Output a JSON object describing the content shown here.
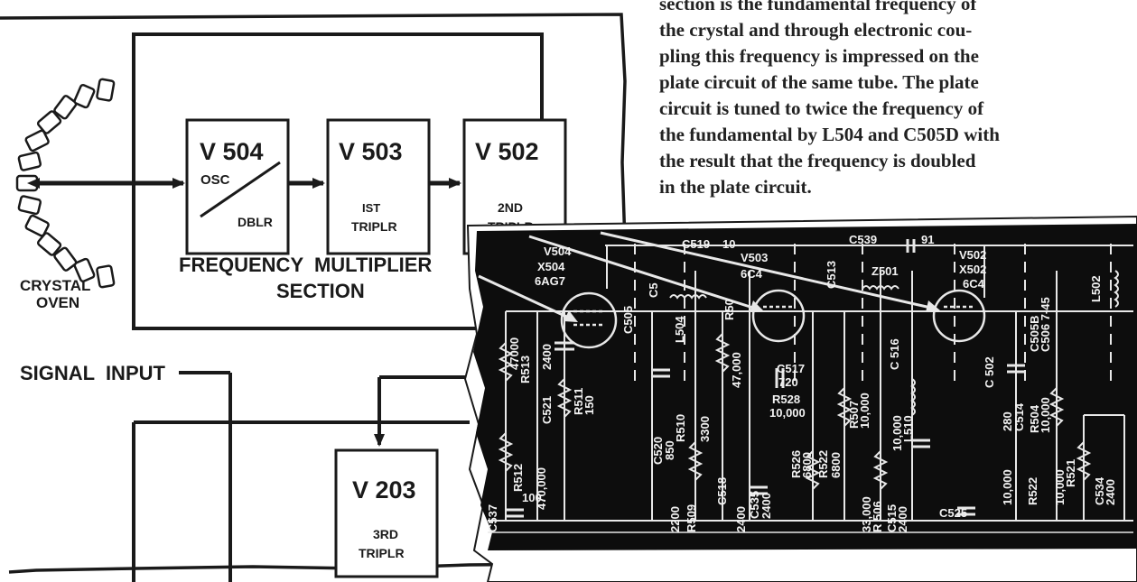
{
  "body_text": [
    "section is the fundamental frequency of",
    "the crystal and through electronic cou-",
    "pling this frequency is impressed on the",
    "plate circuit of the same tube. The plate",
    "circuit is tuned to twice the frequency of",
    "the fundamental by L504 and C505D with",
    "the result that the frequency is doubled",
    "in the plate circuit."
  ],
  "block": {
    "v504": {
      "tube": "V 504",
      "line1": "OSC",
      "line2": "DBLR"
    },
    "v503": {
      "tube": "V 503",
      "line1": "IST",
      "line2": "TRIPLR"
    },
    "v502": {
      "tube": "V 502",
      "line1": "2ND",
      "line2": "TRIPLR"
    },
    "v203": {
      "tube": "V 203",
      "line1": "3RD",
      "line2": "TRIPLR"
    },
    "section_line1": "FREQUENCY  MULTIPLIER",
    "section_line2": "SECTION",
    "crystal_line1": "CRYSTAL",
    "crystal_line2": "OVEN",
    "signal_input": "SIGNAL  INPUT"
  },
  "schematic": {
    "labels": {
      "v504_ref": "V504",
      "v504_x": "X504",
      "v504_type": "6AG7",
      "v503_ref": "V503",
      "v503_type": "6C4",
      "v502_ref": "V502",
      "v502_x": "X502",
      "v502_type": "6C4",
      "c519": "C519",
      "c519_val": "10",
      "c539": "C539",
      "c539_val": "91",
      "z501": "Z501",
      "l502": "L502",
      "c506": "C506 7-45",
      "c505b": "C505B",
      "r513": "R513",
      "r513_val": "47000",
      "c521": "C521",
      "c521_val": "2400",
      "r511": "R511",
      "r511_val": "150",
      "c520": "C520",
      "c520_val": "850",
      "r510": "R510",
      "r510_val": "3300",
      "l504": "L504",
      "r50x": "R50",
      "r50x_val": "47,000",
      "c517": "C517",
      "c517_val": "720",
      "r528": "R528",
      "r528_val": "10,000",
      "r507": "R507",
      "r507_val": "10,000",
      "c516": "C 516",
      "l510": "L510",
      "l510_val": "10,000",
      "c502": "C 502",
      "r504": "R504",
      "r504_val": "10,000",
      "c514": "C514",
      "c514_val": "280",
      "c514_val2": "10,000",
      "r512": "R512",
      "r512_val": "470,000",
      "c537": "C537",
      "c537_val": "100",
      "r509": "R509",
      "r509_val": "2200",
      "c518": "C518",
      "c518_val": "2400",
      "c535": "C535",
      "c535_val": "2400",
      "r526": "R526",
      "r526_val": "6800",
      "r522": "R522",
      "r522_val": "6800",
      "r506": "R 506",
      "r506_val": "33,000",
      "c515": "C515",
      "c515_val": "2400",
      "c525": "C525",
      "r522b": "R522",
      "r521": "R521",
      "r521_val": "10,000",
      "c534": "C534",
      "c534_val": "2400",
      "c505": "C505",
      "c513": "C513",
      "c51x": "C5"
    }
  }
}
